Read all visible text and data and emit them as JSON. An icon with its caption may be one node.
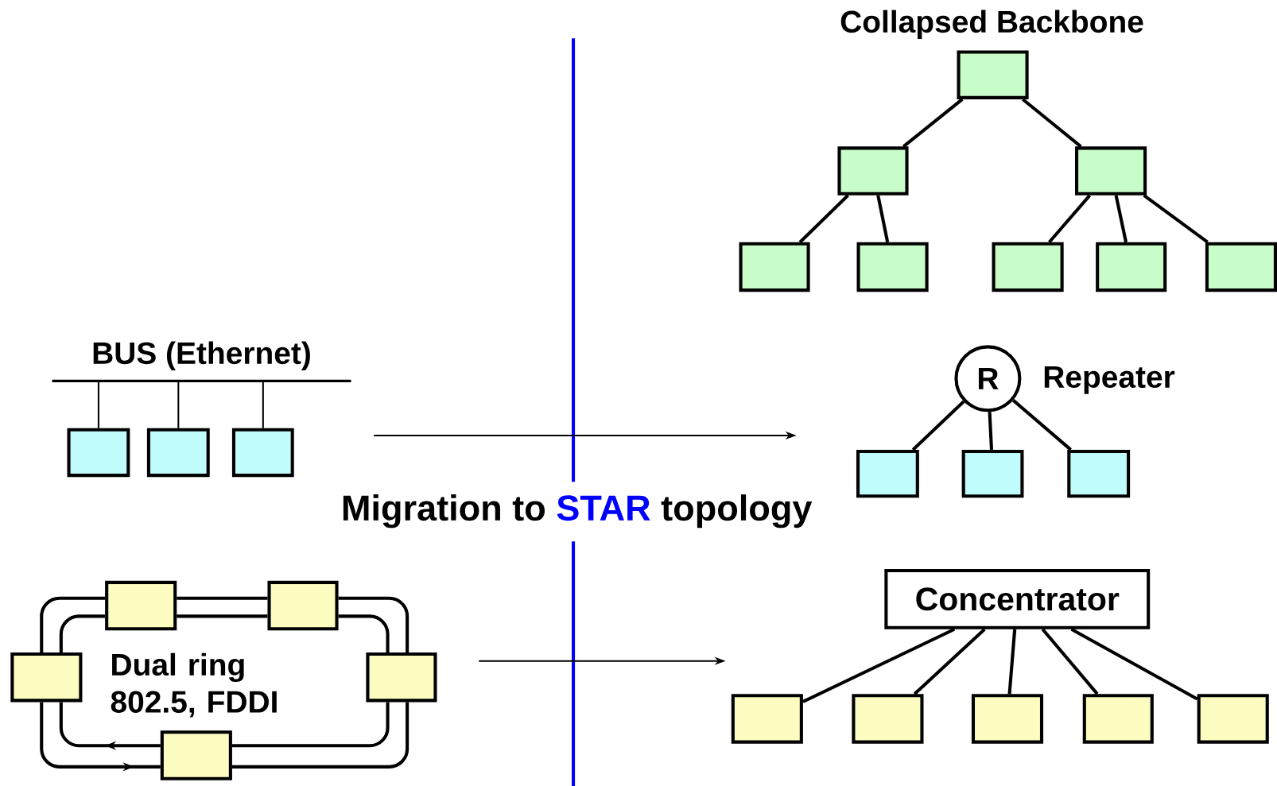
{
  "diagram": {
    "nodes": [
      {
        "text": [],
        "shape": "box"
      },
      {
        "text": [],
        "shape": "box"
      },
      {
        "text": [],
        "shape": "box"
      },
      {
        "text": [],
        "shape": "box"
      },
      {
        "text": [],
        "shape": "box"
      },
      {
        "text": [],
        "shape": "box"
      },
      {
        "text": [],
        "shape": "box"
      },
      {
        "text": [],
        "shape": "box"
      },
      {
        "text": [
          "BUS (Ethernet)"
        ]
      },
      {
        "text": [],
        "shape": "box"
      },
      {
        "text": [],
        "shape": "box"
      },
      {
        "text": [],
        "shape": "box"
      },
      {
        "text": [
          "R"
        ],
        "beside": [
          "Repeater"
        ]
      },
      {
        "text": [],
        "shape": "box"
      },
      {
        "text": [],
        "shape": "box"
      },
      {
        "text": [],
        "shape": "box"
      },
      {
        "text": [],
        "shape": "box"
      },
      {
        "text": [],
        "shape": "box"
      },
      {
        "text": [],
        "shape": "box"
      },
      {
        "text": [],
        "shape": "box"
      },
      {
        "text": [
          "Concentrator"
        ]
      },
      {
        "text": [],
        "shape": "box"
      },
      {
        "text": [],
        "shape": "box"
      },
      {
        "text": [],
        "shape": "box"
      },
      {
        "text": [],
        "shape": "box"
      },
      {
        "text": [],
        "shape": "box"
      },
      {
        "text": [],
        "shape": "box"
      }
    ],
    "edges": [
      {
        "from": 0,
        "to": 1,
        "arrow": "none"
      },
      {
        "from": 0,
        "to": 2,
        "arrow": "none"
      },
      {
        "from": 1,
        "to": 3,
        "arrow": "none"
      },
      {
        "from": 1,
        "to": 4,
        "arrow": "none"
      },
      {
        "from": 2,
        "to": 5,
        "arrow": "none"
      },
      {
        "from": 2,
        "to": 6,
        "arrow": "none"
      },
      {
        "from": 2,
        "to": 7,
        "arrow": "none"
      },
      {
        "from": 8,
        "to": 9,
        "arrow": "none"
      },
      {
        "from": 8,
        "to": 10,
        "arrow": "none"
      },
      {
        "from": 8,
        "to": 11,
        "arrow": "none"
      },
      {
        "from": 12,
        "to": 13,
        "arrow": "none"
      },
      {
        "from": 12,
        "to": 14,
        "arrow": "none"
      },
      {
        "from": 12,
        "to": 15,
        "arrow": "none"
      },
      {
        "from": 20,
        "to": 21,
        "arrow": "none"
      },
      {
        "from": 20,
        "to": 22,
        "arrow": "none"
      },
      {
        "from": 20,
        "to": 23,
        "arrow": "none"
      },
      {
        "from": 20,
        "to": 24,
        "arrow": "none"
      },
      {
        "from": 20,
        "to": 25,
        "arrow": "none"
      },
      {
        "from": 16,
        "to": 17,
        "arrow": "none"
      },
      {
        "from": 16,
        "to": 17,
        "arrow": "none"
      },
      {
        "from": 17,
        "to": 19,
        "arrow": "none"
      },
      {
        "from": 17,
        "to": 19,
        "arrow": "none"
      },
      {
        "from": 19,
        "to": 26,
        "arrow": "none"
      },
      {
        "from": 19,
        "to": 26,
        "arrow": "none"
      },
      {
        "from": 26,
        "to": 18,
        "arrow": "to"
      },
      {
        "from": 18,
        "to": 26,
        "arrow": "to"
      },
      {
        "from": 18,
        "to": 16,
        "arrow": "none"
      },
      {
        "from": 18,
        "to": 16,
        "arrow": "none"
      }
    ],
    "labels": [
      "Collapsed Backbone",
      "Migration to",
      "STAR",
      "topology",
      "Dual ring 802.5, FDDI"
    ]
  }
}
